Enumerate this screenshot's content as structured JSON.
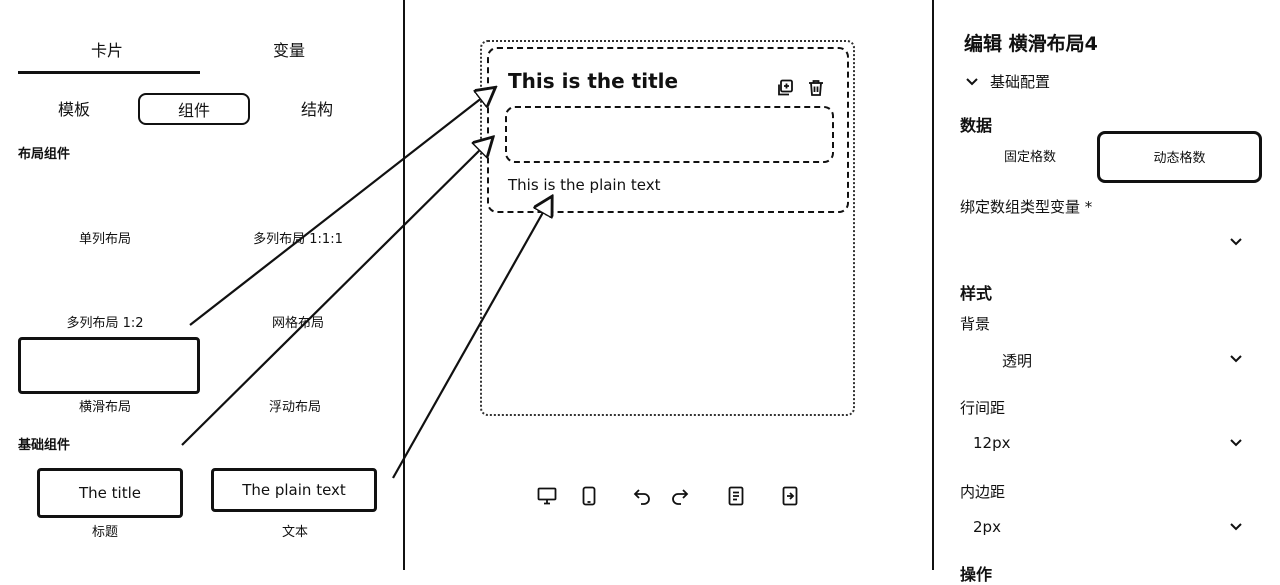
{
  "left": {
    "tabs": [
      {
        "label": "卡片"
      },
      {
        "label": "变量"
      }
    ],
    "segments": [
      {
        "label": "模板"
      },
      {
        "label": "组件"
      },
      {
        "label": "结构"
      }
    ],
    "layout_section": "布局组件",
    "layouts": [
      "单列布局",
      "多列布局 1:1:1",
      "多列布局 1:2",
      "网格布局",
      "横滑布局",
      "浮动布局"
    ],
    "basic_section": "基础组件",
    "basics": [
      {
        "preview": "The title",
        "label": "标题"
      },
      {
        "preview": "The plain text",
        "label": "文本"
      }
    ]
  },
  "canvas": {
    "card_title": "This is the title",
    "card_text": "This is the plain text",
    "icons": {
      "copy": "copy-icon",
      "delete": "trash-icon",
      "toolbar": [
        "desktop-icon",
        "mobile-icon",
        "undo-icon",
        "redo-icon",
        "document-icon",
        "import-icon"
      ]
    }
  },
  "right": {
    "title": "编辑 横滑布局4",
    "basic_config": "基础配置",
    "data_heading": "数据",
    "data_options": [
      {
        "label": "固定格数"
      },
      {
        "label": "动态格数"
      }
    ],
    "bind_label": "绑定数组类型变量 *",
    "bind_value": "",
    "style_heading": "样式",
    "background_label": "背景",
    "background_value": "透明",
    "line_spacing_label": "行间距",
    "line_spacing_value": "12px",
    "padding_label": "内边距",
    "padding_value": "2px",
    "actions_heading": "操作"
  }
}
